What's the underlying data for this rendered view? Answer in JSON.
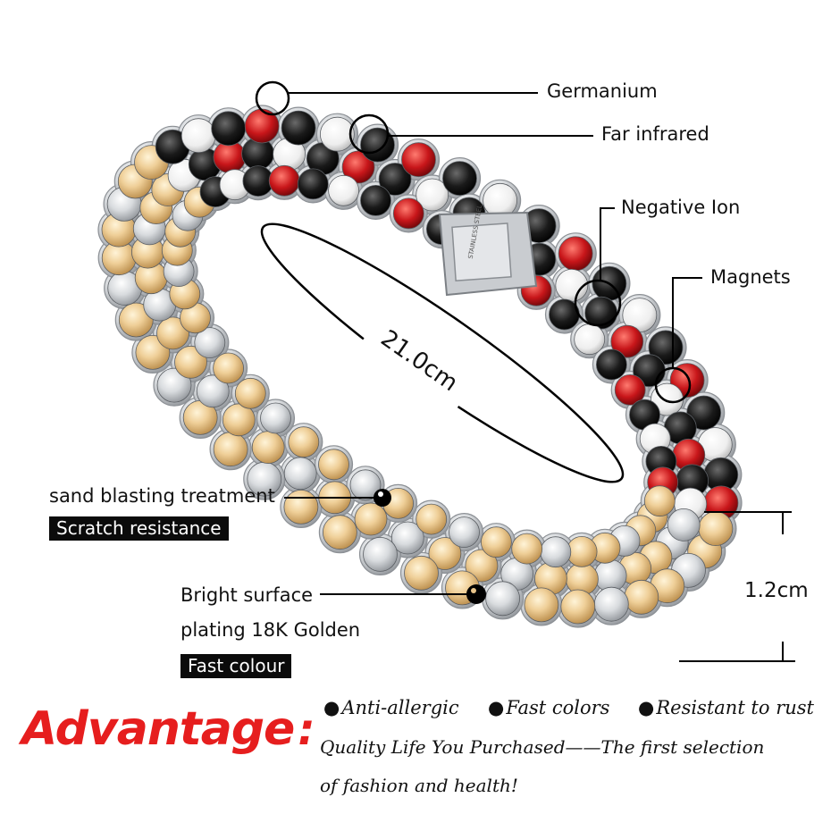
{
  "labels": {
    "germanium": "Germanium",
    "far_infrared": "Far infrared",
    "negative_ion": "Negative Ion",
    "magnets": "Magnets",
    "diameter": "21.0cm",
    "sand_blasting": "sand blasting treatment",
    "scratch_resistance": "Scratch resistance",
    "bright_surface": "Bright surface",
    "plating": "plating 18K Golden",
    "fast_colour": "Fast colour",
    "width": "1.2cm"
  },
  "clasp_text": "STAINLESS STEEL",
  "advantage": {
    "title": "Advantage",
    "colon": ":",
    "points": [
      "Anti-allergic",
      "Fast colors",
      "Resistant to rust"
    ],
    "bullet": "●",
    "line1": "Quality Life You Purchased——The first selection",
    "line2": "of fashion and health!"
  },
  "colors": {
    "gold": "#e8c48a",
    "silver": "#d9dcdf",
    "red": "#c8161a",
    "black": "#151515",
    "white": "#f4f4f4",
    "advantage_red": "#e61e1e"
  }
}
